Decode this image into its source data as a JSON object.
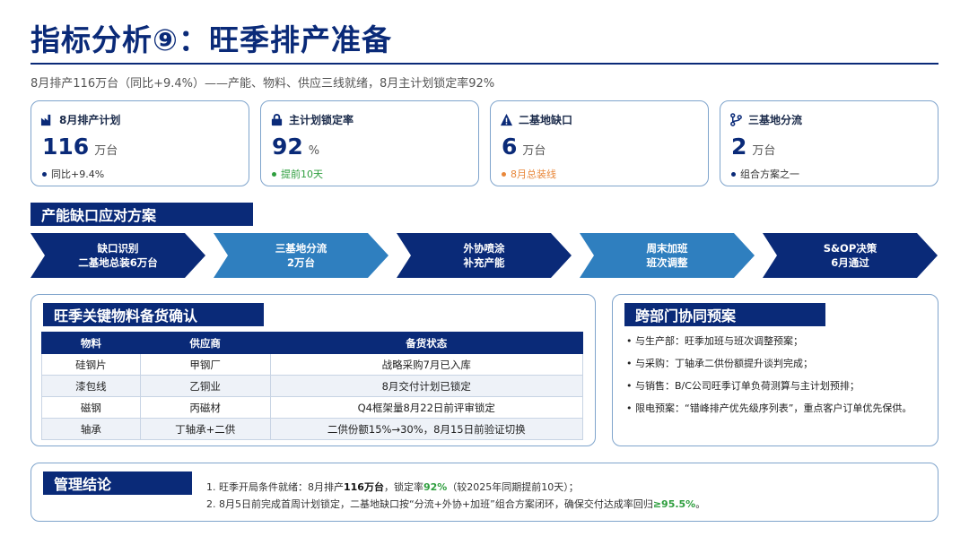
{
  "header": {
    "title": "指标分析⑨：旺季排产准备",
    "subtitle": "8月排产116万台（同比+9.4%）——产能、物料、供应三线就绪，8月主计划锁定率92%"
  },
  "kpis": [
    {
      "label": "8月排产计划",
      "icon": "factory-icon",
      "value": "116",
      "unit": "万台",
      "note": "同比+9.4%",
      "note_color": "#333333",
      "dot_color": "#0a2a78"
    },
    {
      "label": "主计划锁定率",
      "icon": "lock-icon",
      "value": "92",
      "unit": "%",
      "note": "提前10天",
      "note_color": "#2e9e3e",
      "dot_color": "#2e9e3e"
    },
    {
      "label": "二基地缺口",
      "icon": "warning-icon",
      "value": "6",
      "unit": "万台",
      "note": "8月总装线",
      "note_color": "#e8873a",
      "dot_color": "#e8873a"
    },
    {
      "label": "三基地分流",
      "icon": "branch-icon",
      "value": "2",
      "unit": "万台",
      "note": "组合方案之一",
      "note_color": "#333333",
      "dot_color": "#0a2a78"
    }
  ],
  "plan": {
    "title": "产能缺口应对方案",
    "steps": [
      {
        "line1": "缺口识别",
        "line2": "二基地总装6万台",
        "color": "#0a2a78"
      },
      {
        "line1": "三基地分流",
        "line2": "2万台",
        "color": "#2f7fbf"
      },
      {
        "line1": "外协喷涂",
        "line2": "补充产能",
        "color": "#0a2a78"
      },
      {
        "line1": "周末加班",
        "line2": "班次调整",
        "color": "#2f7fbf"
      },
      {
        "line1": "S&OP决策",
        "line2": "6月通过",
        "color": "#0a2a78"
      }
    ]
  },
  "materials": {
    "title": "旺季关键物料备货确认",
    "headers": [
      "物料",
      "供应商",
      "备货状态"
    ],
    "rows": [
      [
        "硅钢片",
        "甲钢厂",
        "战略采购7月已入库"
      ],
      [
        "漆包线",
        "乙铜业",
        "8月交付计划已锁定"
      ],
      [
        "磁钢",
        "丙磁材",
        "Q4框架量8月22日前评审锁定"
      ],
      [
        "轴承",
        "丁轴承+二供",
        "二供份额15%→30%，8月15日前验证切换"
      ]
    ]
  },
  "collab": {
    "title": "跨部门协同预案",
    "items": [
      "与生产部：旺季加班与班次调整预案；",
      "与采购：丁轴承二供份额提升谈判完成；",
      "与销售：B/C公司旺季订单负荷测算与主计划预排；",
      "限电预案：“错峰排产优先级序列表”，重点客户订单优先保供。"
    ]
  },
  "conclusion": {
    "title": "管理结论",
    "line1_a": "1. 旺季开局条件就绪：8月排产",
    "line1_b": "116万台",
    "line1_c": "，锁定率",
    "line1_d": "92%",
    "line1_e": "（较2025年同期提前10天）；",
    "line2_a": "2. 8月5日前完成首周计划锁定，二基地缺口按“分流+外协+加班”组合方案闭环，确保交付达成率回归",
    "line2_b": "≥95.5%",
    "line2_c": "。"
  }
}
